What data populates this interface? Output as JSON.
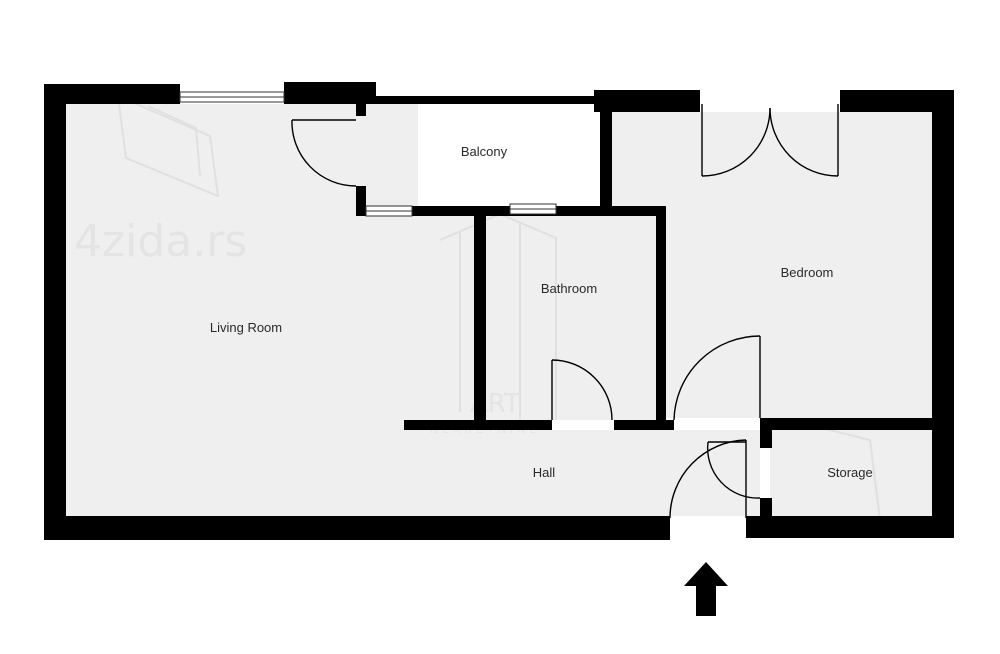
{
  "rooms": {
    "balcony": "Balcony",
    "bedroom": "Bedroom",
    "bathroom": "Bathroom",
    "living_room": "Living Room",
    "hall": "Hall",
    "storage": "Storage"
  },
  "watermarks": {
    "site": "4zida.rs",
    "agency": "ART",
    "agency_sub": "NEKRETNINE"
  },
  "icons": {
    "entrance": "arrow-up-icon"
  },
  "colors": {
    "wall": "#000000",
    "floor": "#efefef",
    "background": "#ffffff",
    "watermark": "#e4e4e4"
  }
}
